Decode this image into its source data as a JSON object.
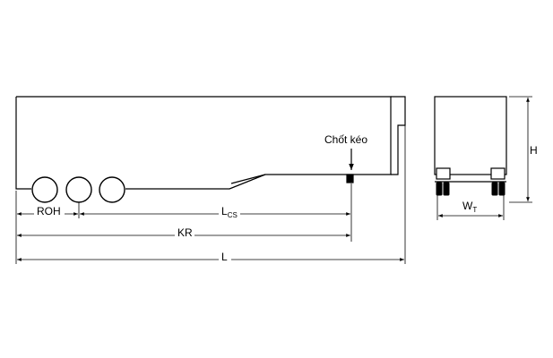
{
  "labels": {
    "kingpin": "Chốt kéo",
    "roh": "ROH",
    "lcs_main": "L",
    "lcs_sub": "CS",
    "kr": "KR",
    "l": "L",
    "h": "H",
    "wt_main": "W",
    "wt_sub": "T"
  }
}
